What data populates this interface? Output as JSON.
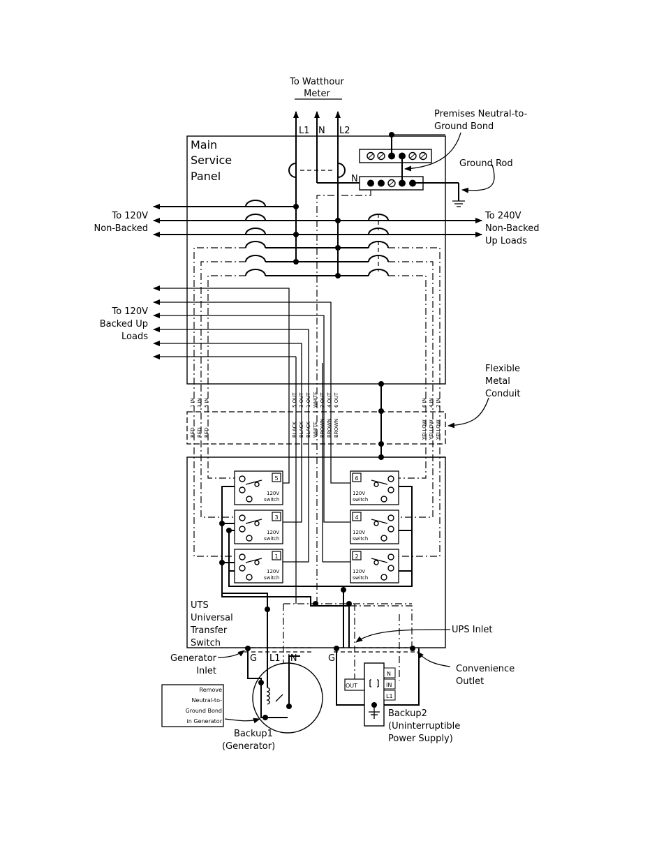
{
  "labels": {
    "meter": [
      "To Watthour",
      "Meter"
    ],
    "feed_l1": "L1",
    "feed_n": "N",
    "feed_l2": "L2",
    "bond": [
      "Premises Neutral-to-",
      "Ground Bond"
    ],
    "ground_rod": "Ground Rod",
    "panel": [
      "Main",
      "Service",
      "Panel"
    ],
    "neutral_bar": "N",
    "nonbacked_120": [
      "To 120V",
      "Non-Backed"
    ],
    "nonbacked_240": [
      "To 240V",
      "Non-Backed",
      "Up Loads"
    ],
    "backed_120": [
      "To 120V",
      "Backed Up",
      "Loads"
    ],
    "conduit": [
      "Flexible",
      "Metal",
      "Conduit"
    ],
    "wire_left": [
      "1 IN",
      "3 IN",
      "5 IN"
    ],
    "color_left": [
      "RED",
      "RED",
      "RED"
    ],
    "wire_mid": [
      "5 OUT",
      "3 OUT",
      "1 OUT",
      "WHITE",
      "2 OUT",
      "4 OUT",
      "6 OUT"
    ],
    "color_mid": [
      "BLACK",
      "BLACK",
      "BLACK",
      "WHITE",
      "BROWN",
      "BROWN",
      "BROWN"
    ],
    "wire_right": [
      "6 IN",
      "4 IN",
      "2 IN"
    ],
    "color_right": [
      "YELLOW",
      "YELLOW",
      "YELLOW"
    ],
    "switch_sub": [
      "120V",
      "switch"
    ],
    "switch_nums": [
      "5",
      "3",
      "1",
      "6",
      "4",
      "2"
    ],
    "uts": [
      "UTS",
      "Universal",
      "Transfer",
      "Switch"
    ],
    "ups_inlet": "UPS Inlet",
    "gen_inlet": [
      "Generator",
      "Inlet"
    ],
    "gen_g": "G",
    "gen_l1": "L1",
    "gen_in": "IN",
    "ups_g": "G",
    "convenience": [
      "Convenience",
      "Outlet"
    ],
    "remove_bond": [
      "Remove",
      "Neutral-to-",
      "Ground Bond",
      "in Generator"
    ],
    "backup1": [
      "Backup1",
      "(Generator)"
    ],
    "ups_out": "OUT",
    "ups_n": "N",
    "ups_in": "IN",
    "ups_l1": "L1",
    "backup2": [
      "Backup2",
      "(Uninterruptible",
      "Power Supply)"
    ]
  }
}
